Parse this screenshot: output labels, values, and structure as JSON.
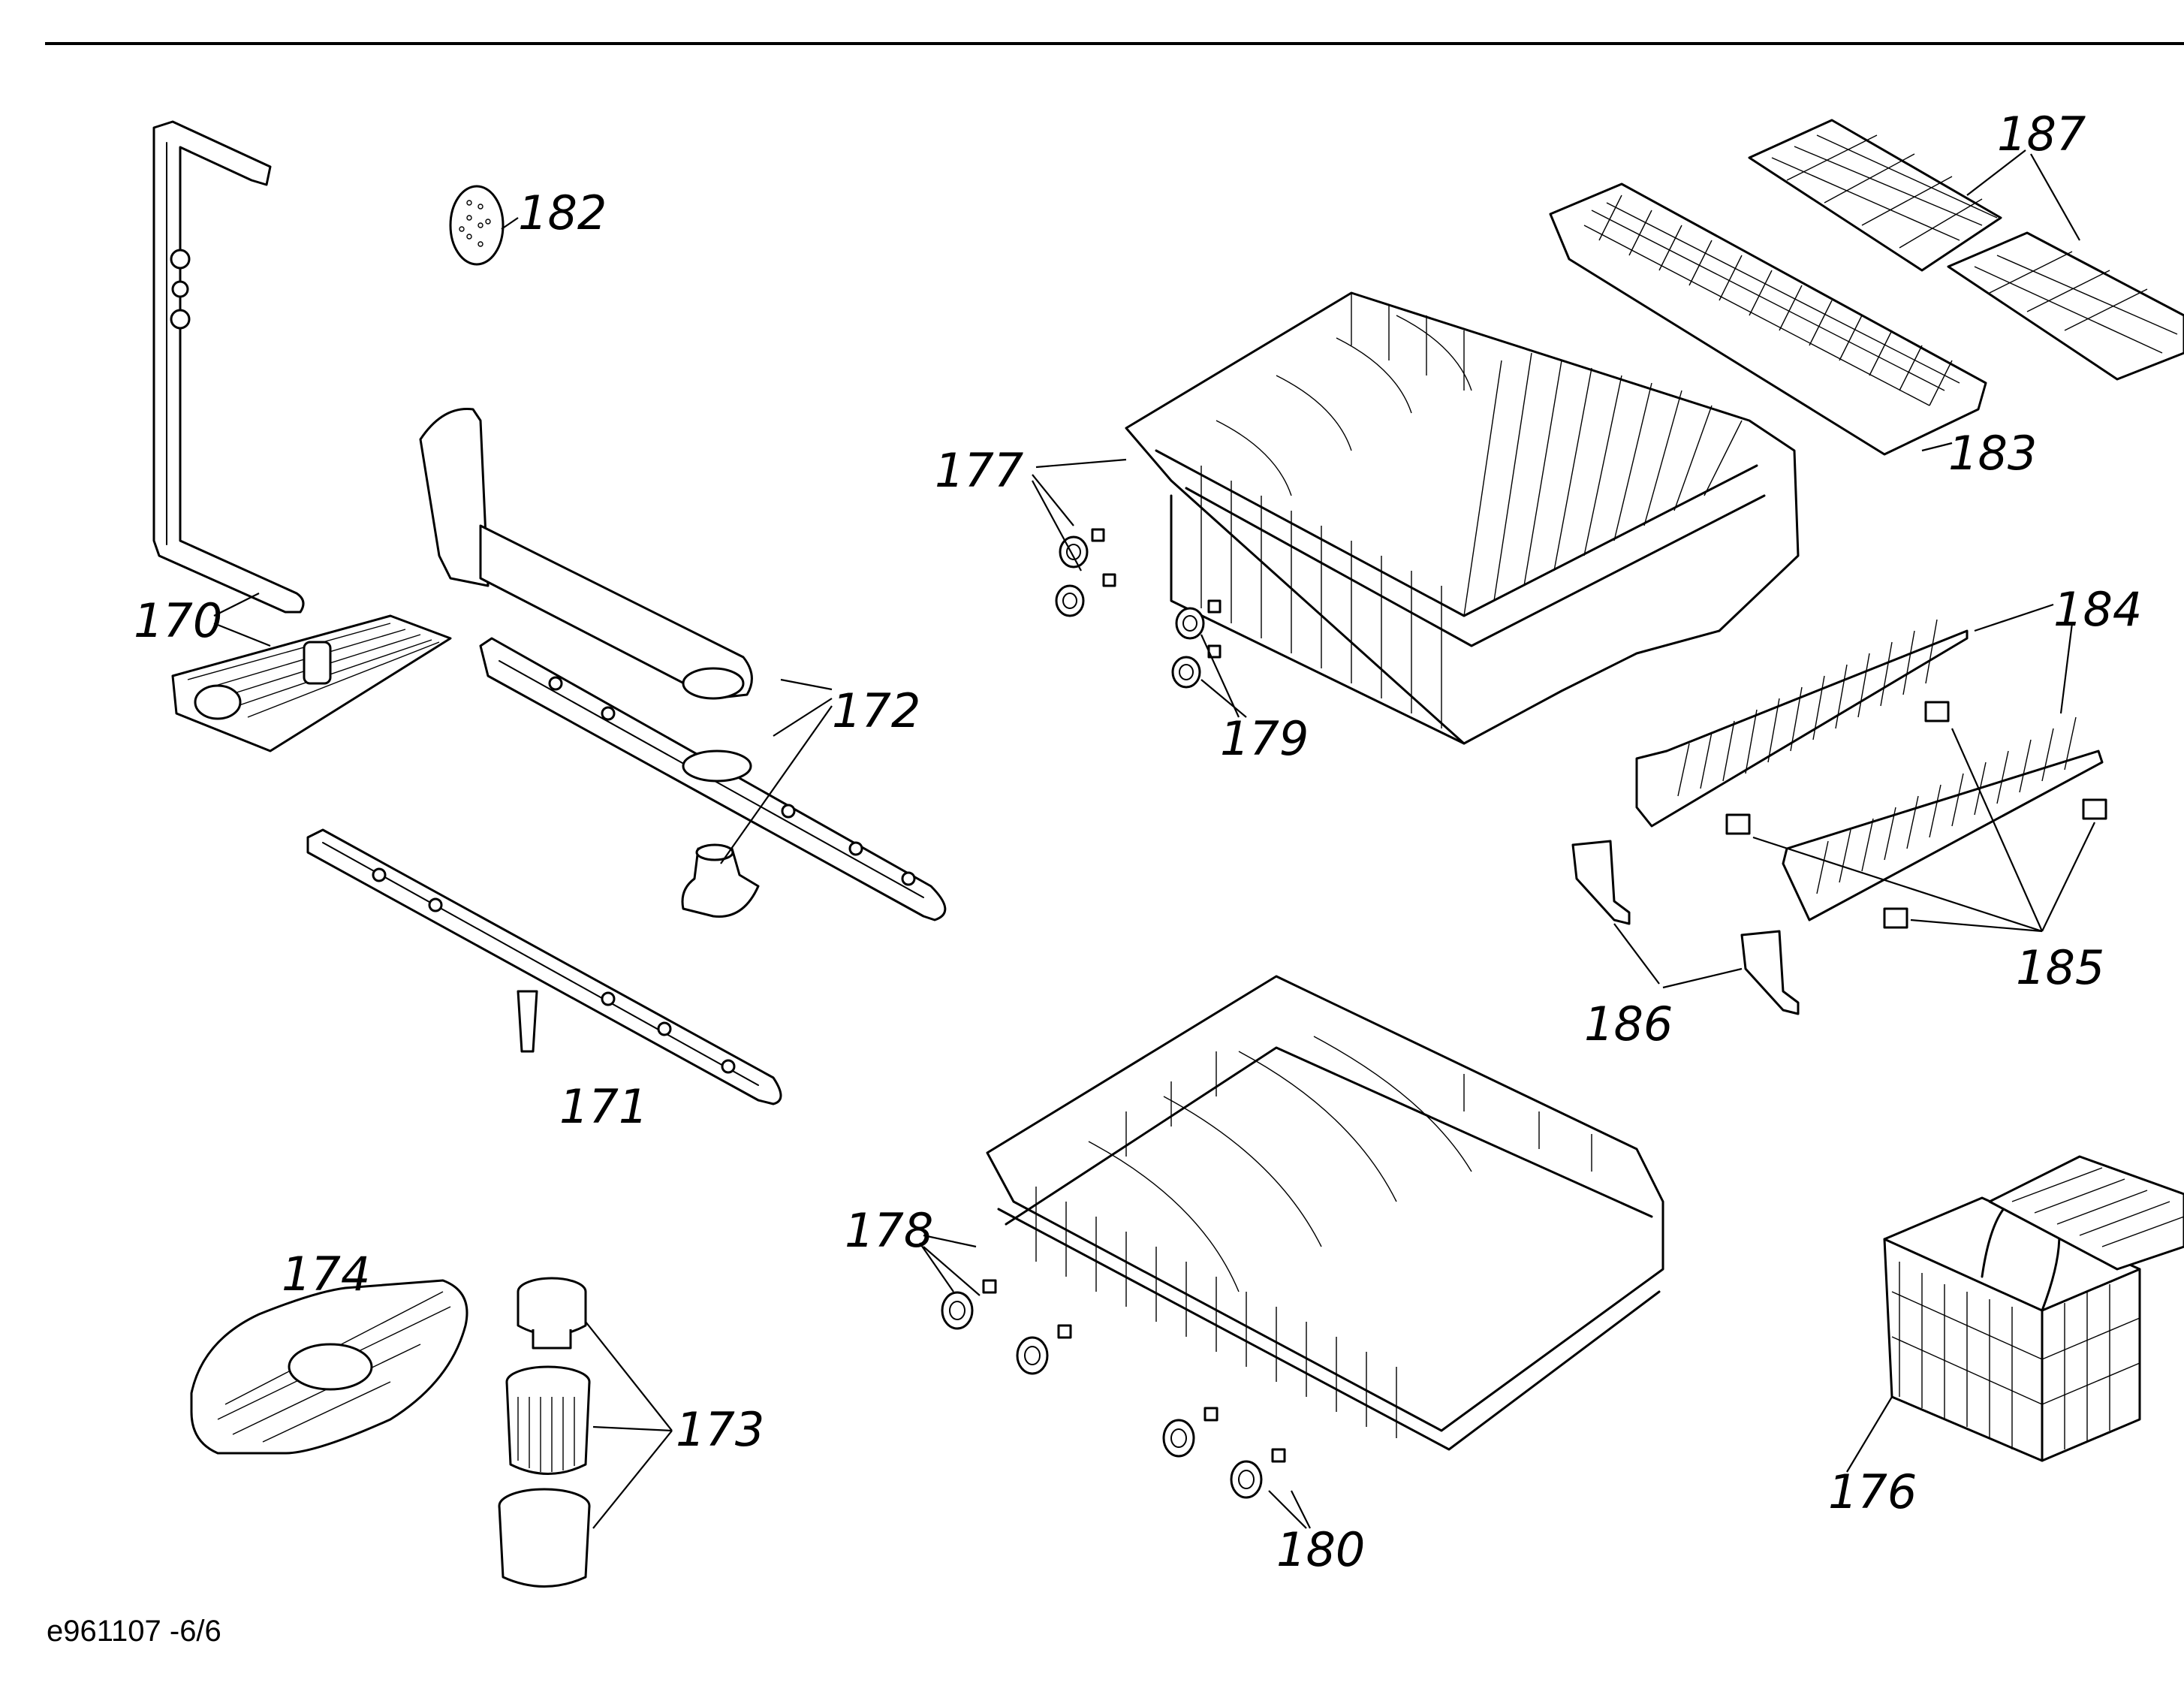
{
  "document_code": "e961107 -6/6",
  "callouts": {
    "c170": "170",
    "c171": "171",
    "c172": "172",
    "c173": "173",
    "c174": "174",
    "c176": "176",
    "c177": "177",
    "c178": "178",
    "c179": "179",
    "c180": "180",
    "c182": "182",
    "c183": "183",
    "c184": "184",
    "c185": "185",
    "c186": "186",
    "c187": "187"
  },
  "colors": {
    "ink": "#000000",
    "paper": "#ffffff"
  }
}
